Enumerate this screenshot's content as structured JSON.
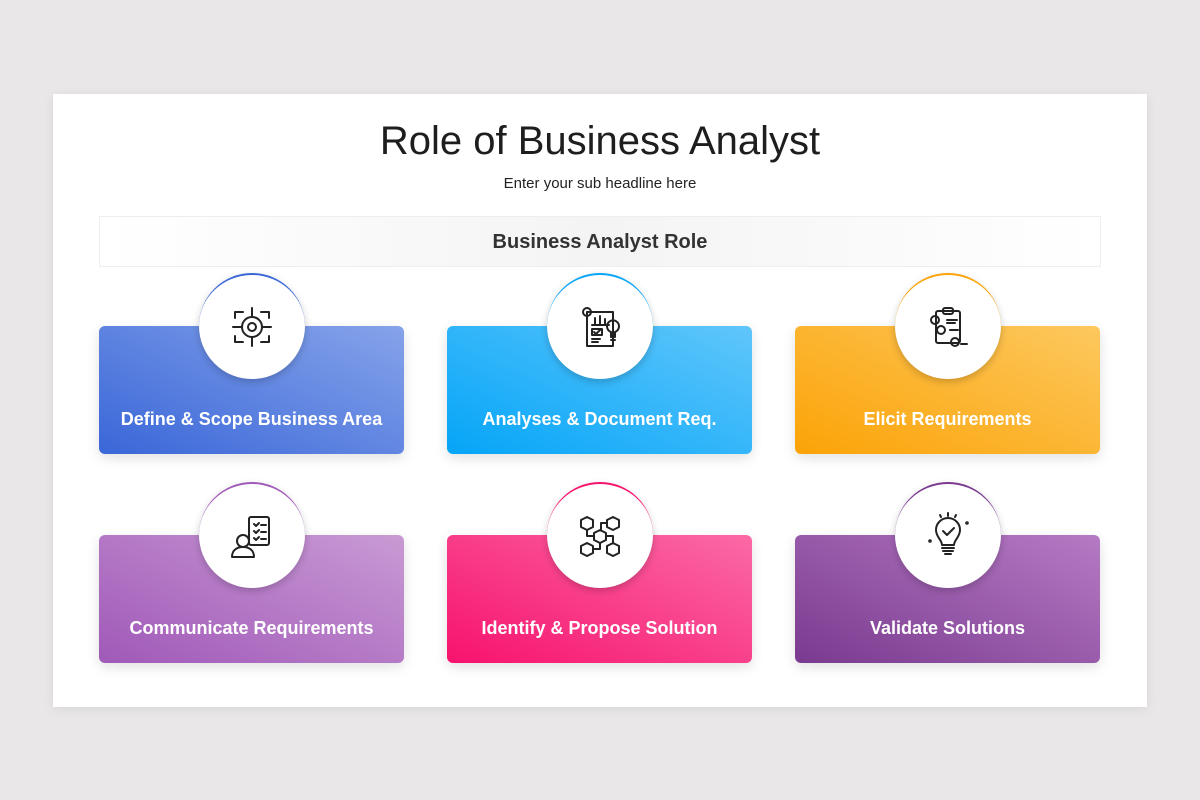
{
  "title": "Role of Business Analyst",
  "subtitle": "Enter your sub headline here",
  "banner": "Business Analyst Role",
  "cards": [
    {
      "label": "Define & Scope Business Area",
      "icon": "target-icon",
      "from": "#3a67d8",
      "to": "#86a3ea"
    },
    {
      "label": "Analyses & Document Req.",
      "icon": "document-analysis-icon",
      "from": "#05a5f8",
      "to": "#60c6fb"
    },
    {
      "label": "Elicit Requirements",
      "icon": "clipboard-list-icon",
      "from": "#fba307",
      "to": "#fdc85e"
    },
    {
      "label": "Communicate Requirements",
      "icon": "person-checklist-icon",
      "from": "#a059b8",
      "to": "#c99ad4"
    },
    {
      "label": "Identify & Propose Solution",
      "icon": "decision-network-icon",
      "from": "#f7126e",
      "to": "#fb6aa5"
    },
    {
      "label": "Validate Solutions",
      "icon": "lightbulb-check-icon",
      "from": "#7a3a8f",
      "to": "#b57ac4"
    }
  ]
}
